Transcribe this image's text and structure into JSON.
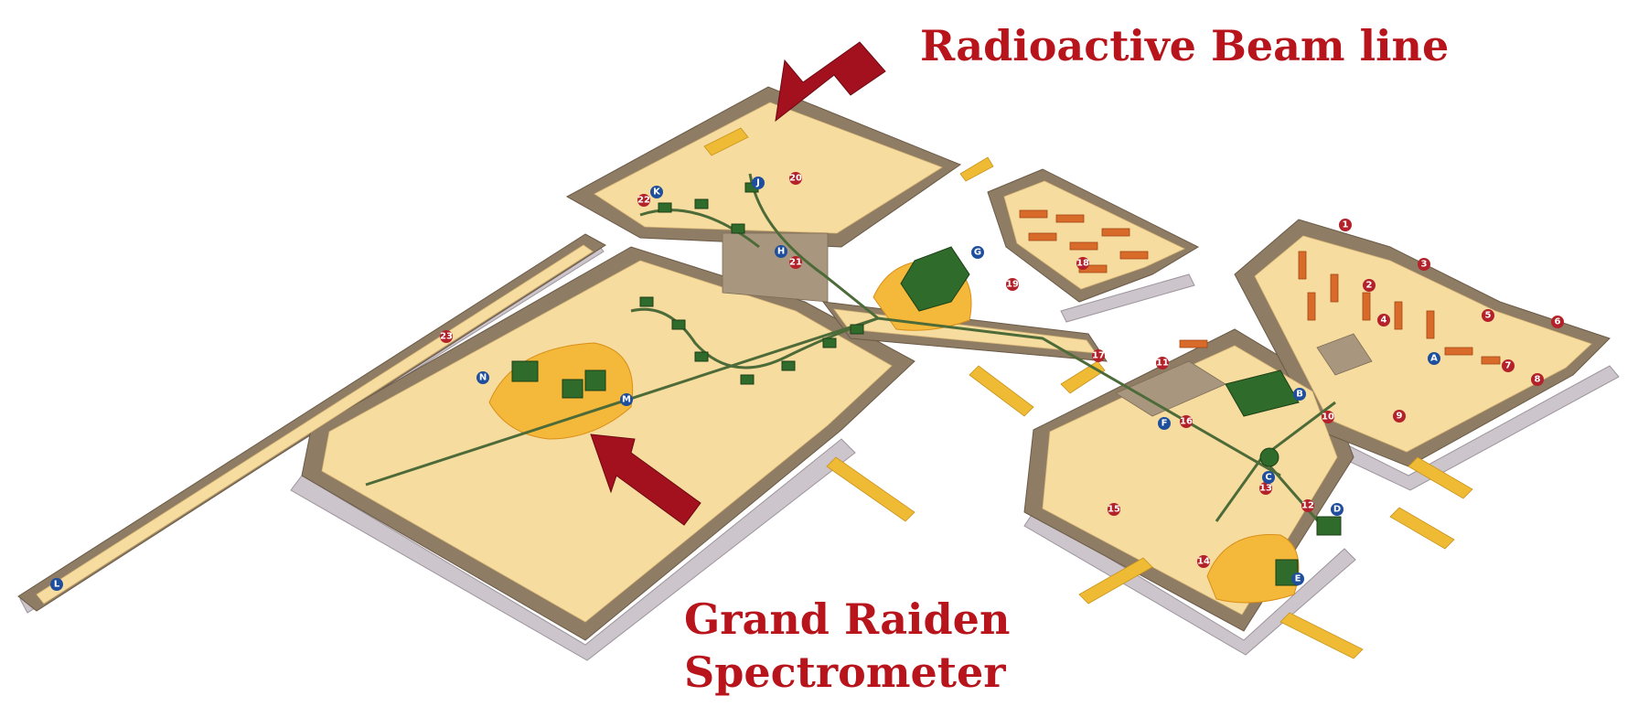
{
  "labels": {
    "radioactive_beam_line": "Radioactive Beam line",
    "grand_raiden_line1": "Grand Raiden",
    "grand_raiden_line2": "Spectrometer"
  },
  "colors": {
    "title_red": "#b8141c",
    "arrow_red": "#a3101e",
    "floor": "#f7dca0",
    "wall_top": "#8c7a62",
    "wall_side": "#c9c2c8",
    "magnet_green": "#2f6b2a",
    "badge_red": "#b3222a",
    "badge_blue": "#1f4f9c",
    "corridor_yellow": "#efbb35"
  },
  "room_numbers": [
    "1",
    "2",
    "3",
    "4",
    "5",
    "6",
    "7",
    "8",
    "9",
    "10",
    "11",
    "12",
    "13",
    "14",
    "15",
    "16",
    "17",
    "18",
    "19",
    "20",
    "21",
    "22",
    "23"
  ],
  "area_letters": [
    "A",
    "B",
    "C",
    "D",
    "E",
    "F",
    "G",
    "H",
    "J",
    "K",
    "L",
    "M",
    "N"
  ]
}
